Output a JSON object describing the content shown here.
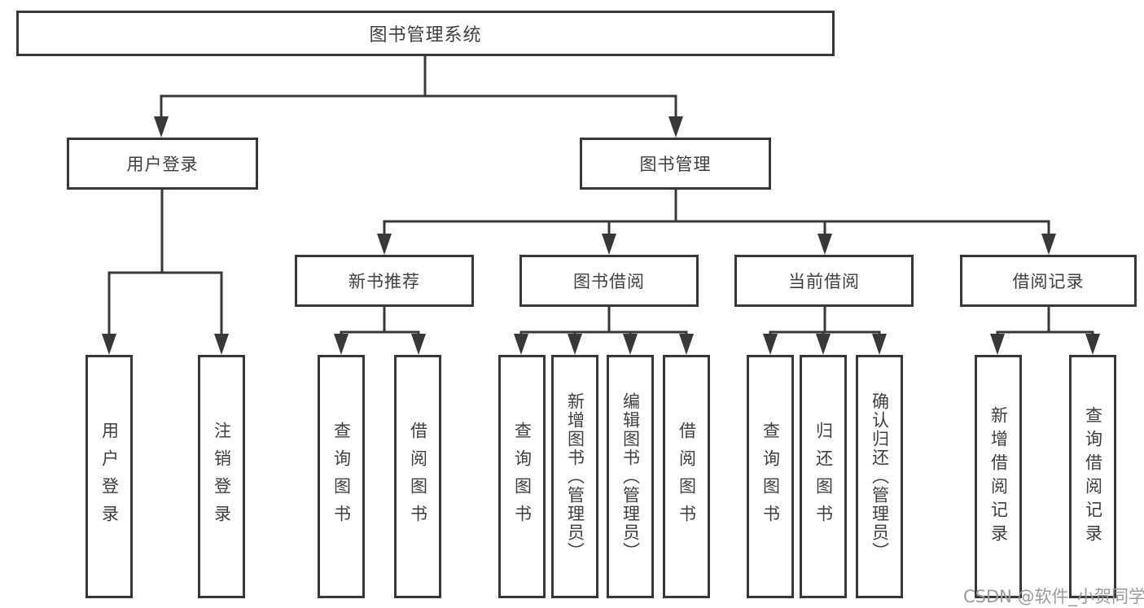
{
  "diagram_type": "hierarchy-tree",
  "tree": {
    "label": "图书管理系统",
    "children": [
      {
        "label": "用户登录",
        "children": [
          {
            "label": "用户登录"
          },
          {
            "label": "注销登录"
          }
        ]
      },
      {
        "label": "图书管理",
        "children": [
          {
            "label": "新书推荐",
            "children": [
              {
                "label": "查询图书"
              },
              {
                "label": "借阅图书"
              }
            ]
          },
          {
            "label": "图书借阅",
            "children": [
              {
                "label": "查询图书"
              },
              {
                "label": "新增图书（管理员）"
              },
              {
                "label": "编辑图书（管理员）"
              },
              {
                "label": "借阅图书"
              }
            ]
          },
          {
            "label": "当前借阅",
            "children": [
              {
                "label": "查询图书"
              },
              {
                "label": "归还图书"
              },
              {
                "label": "确认归还（管理员）"
              }
            ]
          },
          {
            "label": "借阅记录",
            "children": [
              {
                "label": "新增借阅记录"
              },
              {
                "label": "查询借阅记录"
              }
            ]
          }
        ]
      }
    ]
  },
  "watermark": "CSDN @软件_小贺同学",
  "colors": {
    "line": "#383838",
    "text": "#3f3f3f",
    "background": "#ffffff",
    "watermark": "#9b9b9b"
  }
}
